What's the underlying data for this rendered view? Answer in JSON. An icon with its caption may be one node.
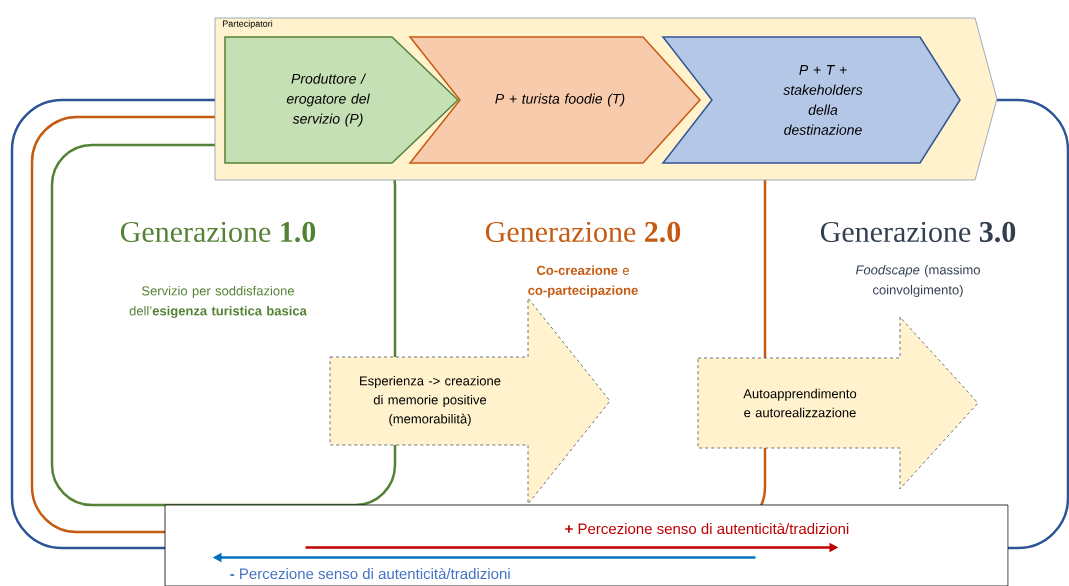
{
  "diagram": {
    "nodes": [
      {
        "text": [
          "Partecipatori"
        ]
      },
      {
        "text": [
          "Produttore / erogatore del servizio (P)"
        ],
        "in": 0
      },
      {
        "text": [
          "P + turista foodie (T)"
        ],
        "in": 0
      },
      {
        "text": [
          "P + T + stakeholders della destinazione"
        ],
        "in": 0
      },
      {
        "text": [
          "Generazione **3.0**",
          "*Foodscape* (massimo coinvolgimento)"
        ]
      },
      {
        "text": [
          "Generazione **2.0**",
          "**Co-creazione** e **co-partecipazione**"
        ],
        "in": 4
      },
      {
        "text": [
          "Generazione **1.0**",
          "Servizio per soddisfazione dell’**esigenza turistica basica**"
        ],
        "in": 5
      },
      {
        "text": [
          "Esperienza -> creazione di memorie positive (memorabilità)"
        ],
        "in": 5
      },
      {
        "text": [
          "Autoapprendimento e autorealizzazione"
        ],
        "in": 4
      },
      {
        "text": [
          "**+** Percezione senso di autenticità/tradizioni",
          "**-** Percezione senso di autenticità/tradizioni"
        ]
      }
    ]
  }
}
